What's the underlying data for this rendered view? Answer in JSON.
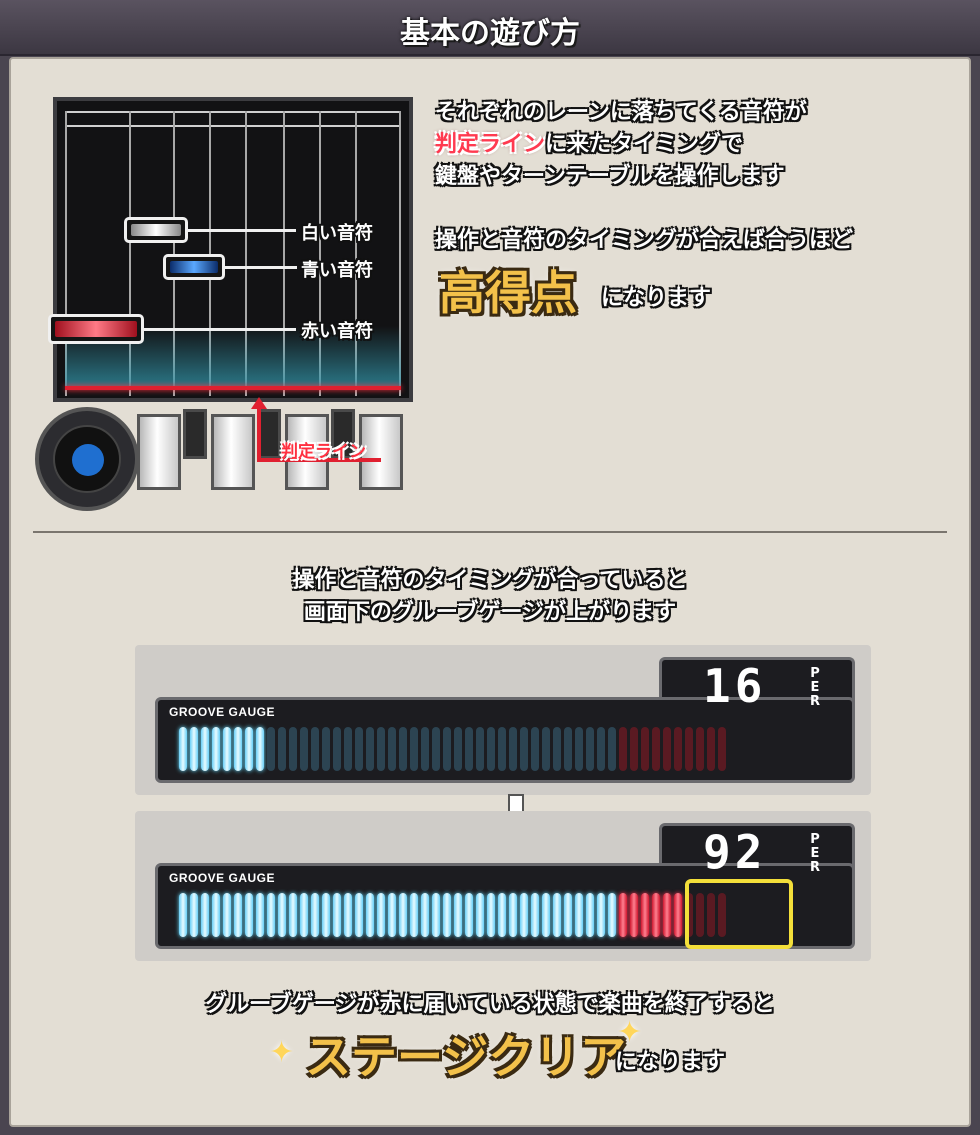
{
  "header": {
    "title": "基本の遊び方"
  },
  "lanes": {
    "white_note_label": "白い音符",
    "blue_note_label": "青い音符",
    "red_note_label": "赤い音符",
    "judge_line_label": "判定ライン"
  },
  "intro": {
    "line1": "それぞれのレーンに落ちてくる音符が",
    "line2_highlight": "判定ライン",
    "line2_rest": "に来たタイミングで",
    "line3": "鍵盤やターンテーブルを操作します",
    "line4": "操作と音符のタイミングが合えば合うほど",
    "big_word": "高得点",
    "line5_rest": "になります"
  },
  "gauge_section": {
    "caption_line1": "操作と音符のタイミングが合っていると",
    "caption_line2": "画面下のグルーブゲージが上がります",
    "gauges": [
      {
        "label": "GROOVE GAUGE",
        "value": "16",
        "unit": "PER",
        "percent": 16
      },
      {
        "label": "GROOVE GAUGE",
        "value": "92",
        "unit": "PER",
        "percent": 92
      }
    ]
  },
  "clear_section": {
    "line1": "グルーブゲージが赤に届いている状態で楽曲を終了すると",
    "big_word": "ステージクリア",
    "line2_rest": "になります"
  },
  "colors": {
    "accent_red": "#ff3a50",
    "gold": "#f3c14a",
    "gauge_blue": "#6ad0f8",
    "gauge_red": "#d01830",
    "highlight_yellow": "#f3df3a"
  }
}
